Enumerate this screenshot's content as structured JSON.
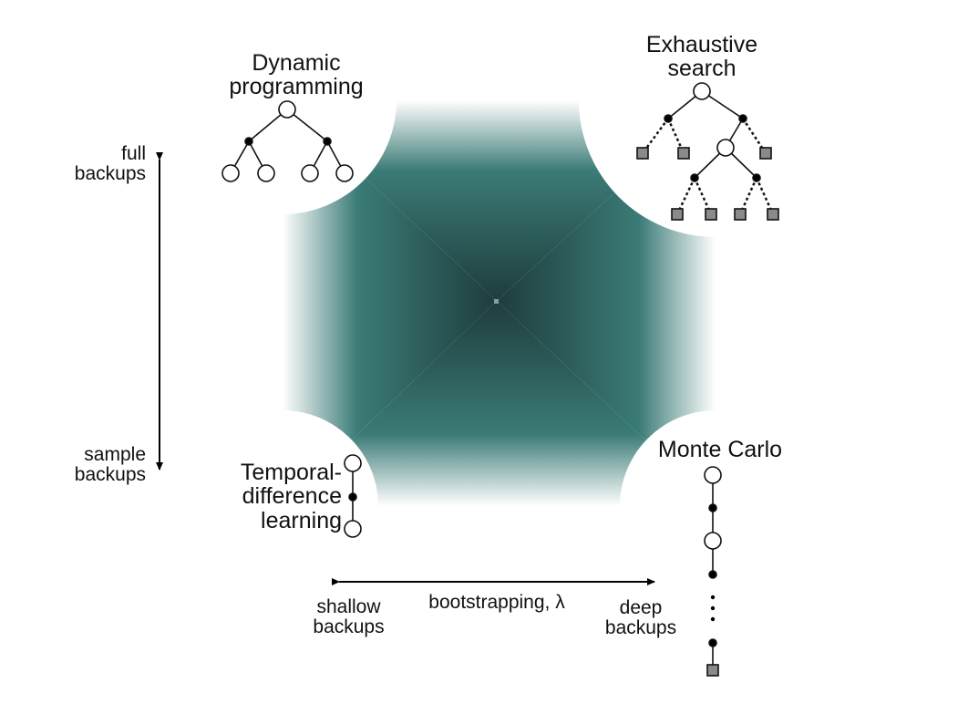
{
  "labels": {
    "dynamic_programming": [
      "Dynamic",
      "programming"
    ],
    "exhaustive_search": [
      "Exhaustive",
      "search"
    ],
    "temporal_difference": [
      "Temporal-",
      "difference",
      "learning"
    ],
    "monte_carlo": "Monte Carlo",
    "full_backups": [
      "full",
      "backups"
    ],
    "sample_backups": [
      "sample",
      "backups"
    ],
    "shallow_backups": [
      "shallow",
      "backups"
    ],
    "deep_backups": [
      "deep",
      "backups"
    ],
    "bootstrapping": "bootstrapping, λ"
  },
  "colors": {
    "center": "#1f3f3e",
    "edge": "#2f6b68",
    "node_fill": "#ffffff",
    "action_dot": "#000000",
    "terminal": "#8a8a8a",
    "stroke": "#111111"
  }
}
